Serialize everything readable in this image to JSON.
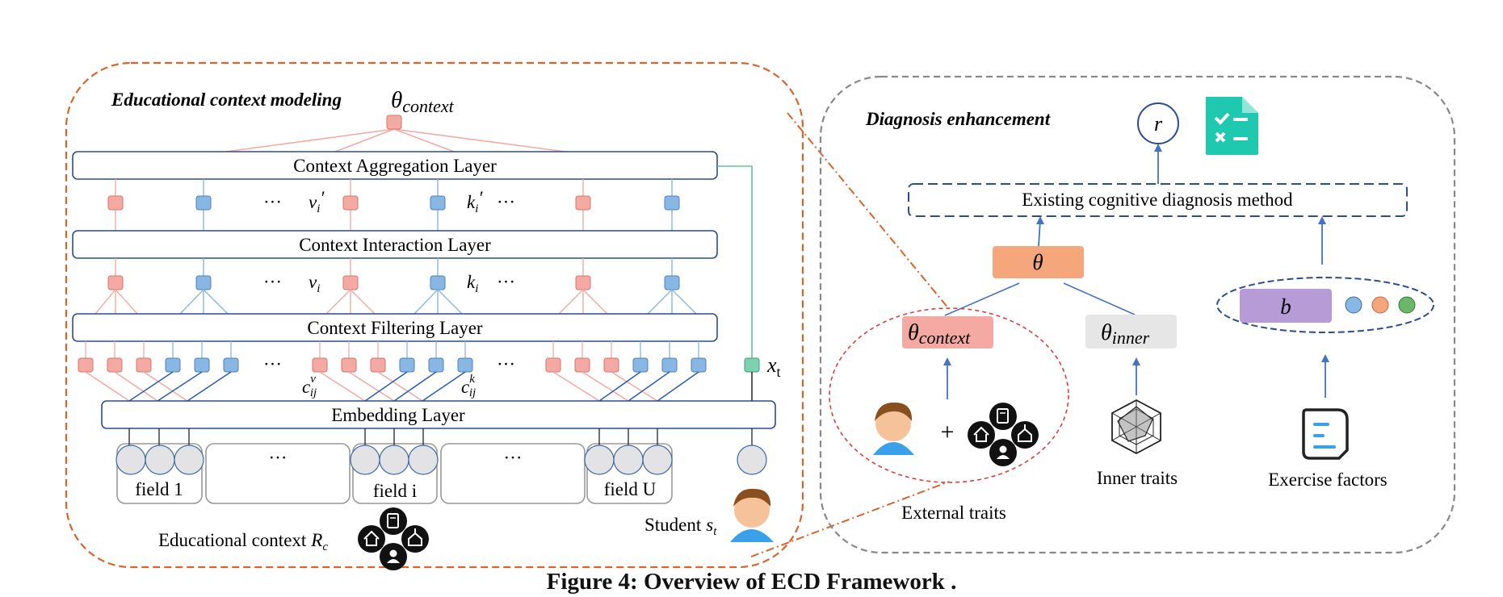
{
  "left_panel": {
    "title": "Educational context modeling",
    "theta_label": "θ",
    "theta_sub": "context",
    "layers": {
      "aggregation": "Context Aggregation Layer",
      "interaction": "Context Interaction Layer",
      "filtering": "Context Filtering Layer",
      "embedding": "Embedding Layer"
    },
    "ellipsis": "···",
    "v_prime": "v",
    "k_prime": "k",
    "sub_i": "i",
    "prime": "′",
    "c_base": "c",
    "c_sub": "ij",
    "c_sup_v": "v",
    "c_sup_k": "k",
    "x_label": "x",
    "x_sub": "t",
    "fields": {
      "field1": "field 1",
      "fieldi": "field i",
      "fieldU": "field U"
    },
    "context_label": "Educational context",
    "context_sym": "R",
    "context_sub": "c",
    "student_label": "Student",
    "student_sym": "s",
    "student_sub": "t"
  },
  "right_panel": {
    "title": "Diagnosis enhancement",
    "r_label": "r",
    "method_label": "Existing cognitive diagnosis method",
    "theta": "θ",
    "theta_context_sub": "context",
    "theta_inner_sub": "inner",
    "b_label": "b",
    "external_label": "External traits",
    "inner_label": "Inner traits",
    "exercise_label": "Exercise factors",
    "plus": "+"
  },
  "caption": "Figure 4: Overview of ECD Framework .",
  "colors": {
    "pink": "#f4aaa3",
    "blue": "#88b7e3",
    "orange": "#f5a77b",
    "purple": "#b79bd6",
    "grey_box": "#e6e6e6",
    "teal": "#1ec9b0",
    "green": "#6cb66a",
    "dashed_orange": "#d9642b",
    "dashed_grey": "#888888",
    "navy": "#2a4d8f"
  }
}
